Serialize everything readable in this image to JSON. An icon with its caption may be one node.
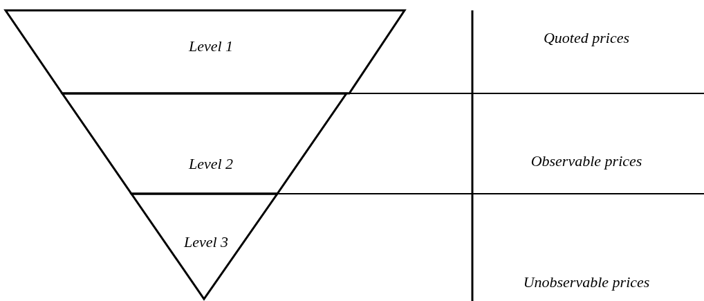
{
  "diagram": {
    "nodes": [
      {
        "text": [
          "Level 1"
        ]
      },
      {
        "text": [
          "Level 2"
        ]
      },
      {
        "text": [
          "Level 3"
        ]
      },
      {
        "text": [
          "Quoted prices"
        ]
      },
      {
        "text": [
          "Observable prices"
        ]
      },
      {
        "text": [
          "Unobservable prices"
        ]
      }
    ],
    "edges": []
  }
}
